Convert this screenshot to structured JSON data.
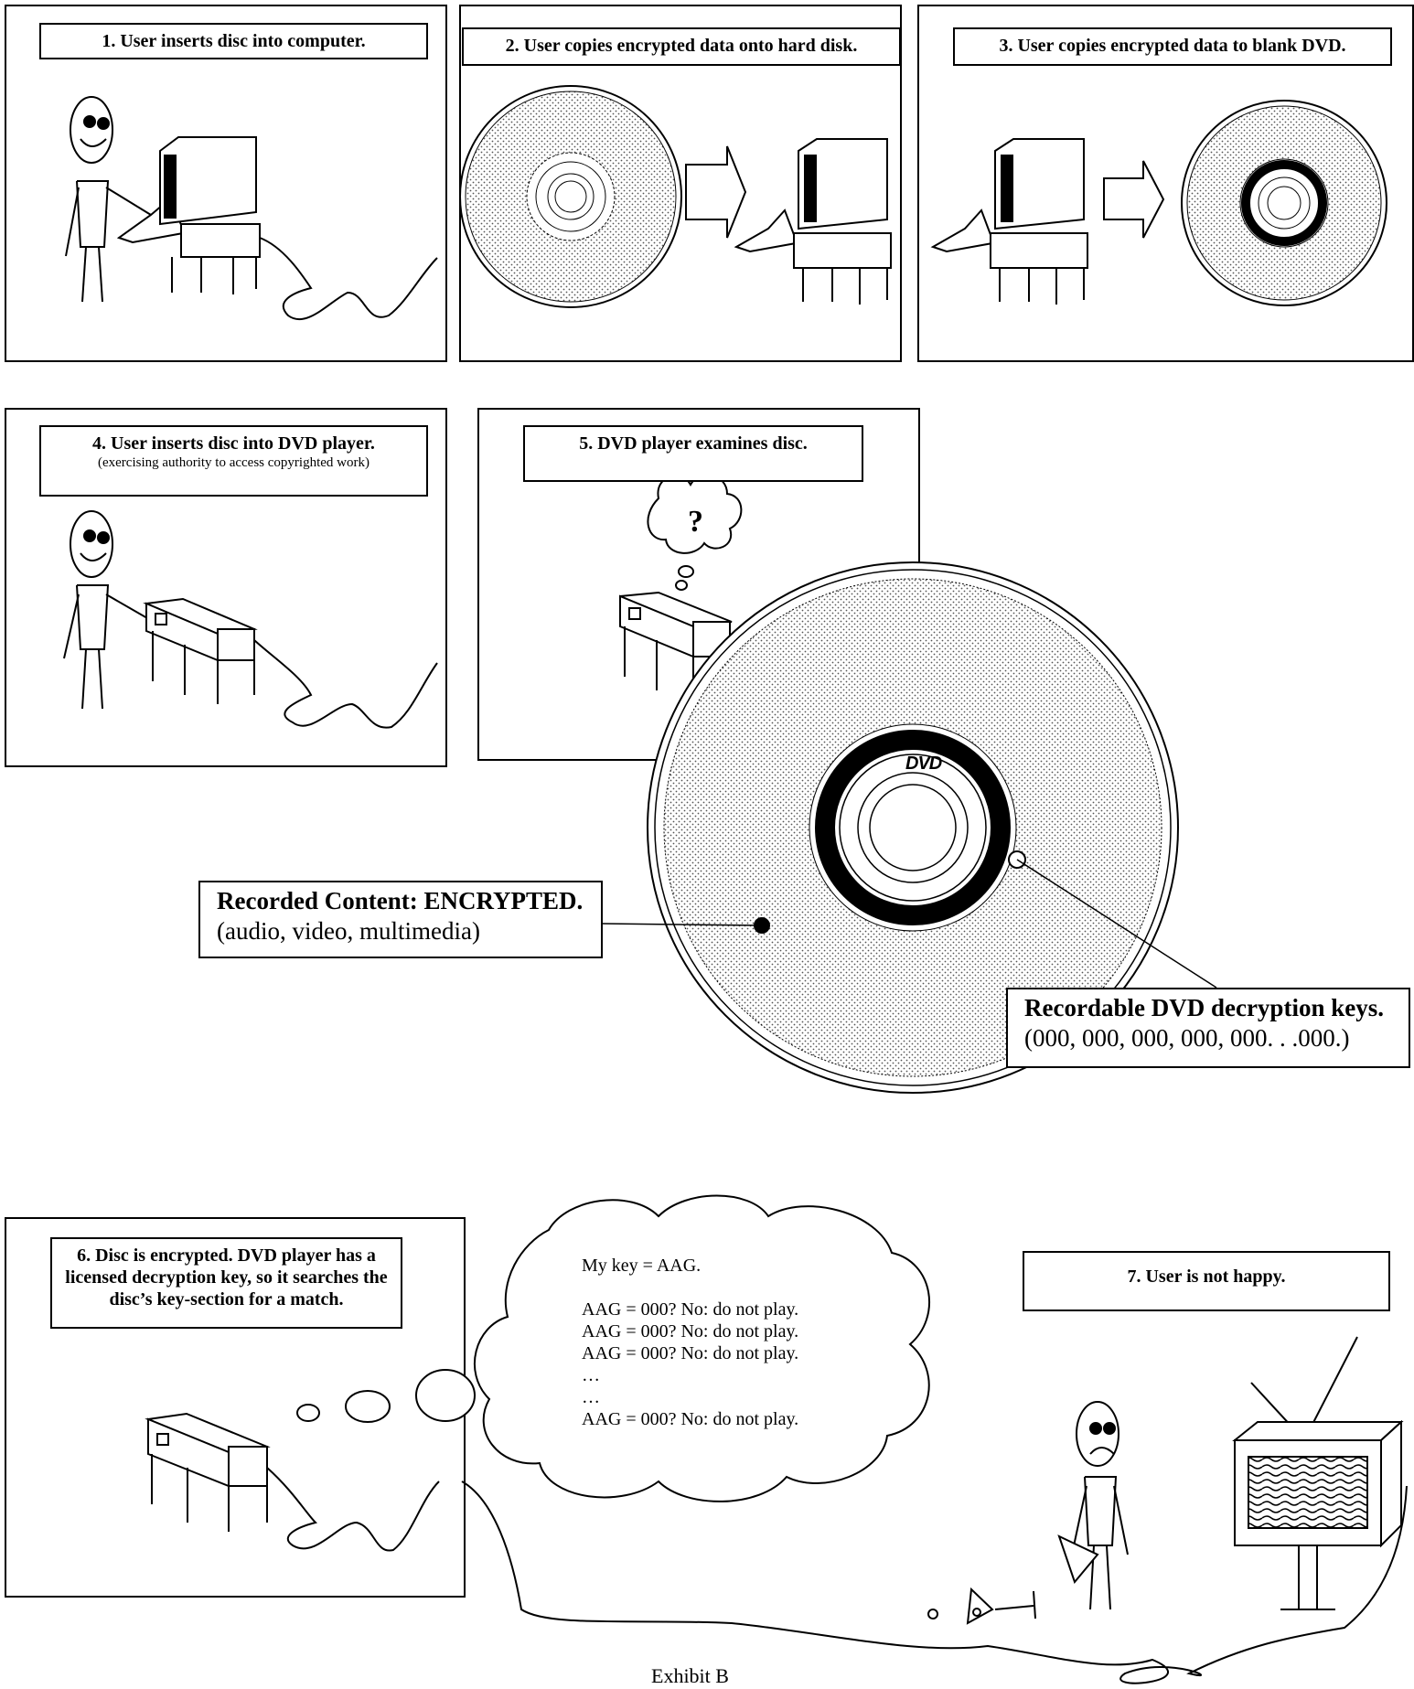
{
  "panels": [
    {
      "title": "1. User inserts disc into computer.",
      "subtitle": ""
    },
    {
      "title": "2. User copies encrypted data onto hard disk.",
      "subtitle": ""
    },
    {
      "title": "3. User copies encrypted data to blank DVD.",
      "subtitle": ""
    },
    {
      "title": "4. User inserts disc into DVD player.",
      "subtitle": "(exercising authority to access copyrighted work)"
    },
    {
      "title": "5. DVD player examines disc.",
      "subtitle": ""
    },
    {
      "title": "6. Disc is encrypted.  DVD player has a licensed decryption key, so it searches the disc’s key-section for a match.",
      "subtitle": ""
    },
    {
      "title": "7. User is not happy.",
      "subtitle": ""
    }
  ],
  "callouts": {
    "content_title": "Recorded Content: ENCRYPTED.",
    "content_sub": "(audio, video, multimedia)",
    "keys_title": "Recordable DVD decryption keys.",
    "keys_sub": "(000, 000, 000, 000, 000. . .000.)"
  },
  "thought": {
    "question": "?",
    "lines": [
      "My key = AAG.",
      "",
      "AAG = 000?  No: do not play.",
      "AAG = 000?  No: do not play.",
      "AAG = 000?  No: do not play.",
      "…",
      "…",
      "AAG = 000?  No: do not play."
    ]
  },
  "disc_logo": "DVD",
  "footer": "Exhibit B"
}
